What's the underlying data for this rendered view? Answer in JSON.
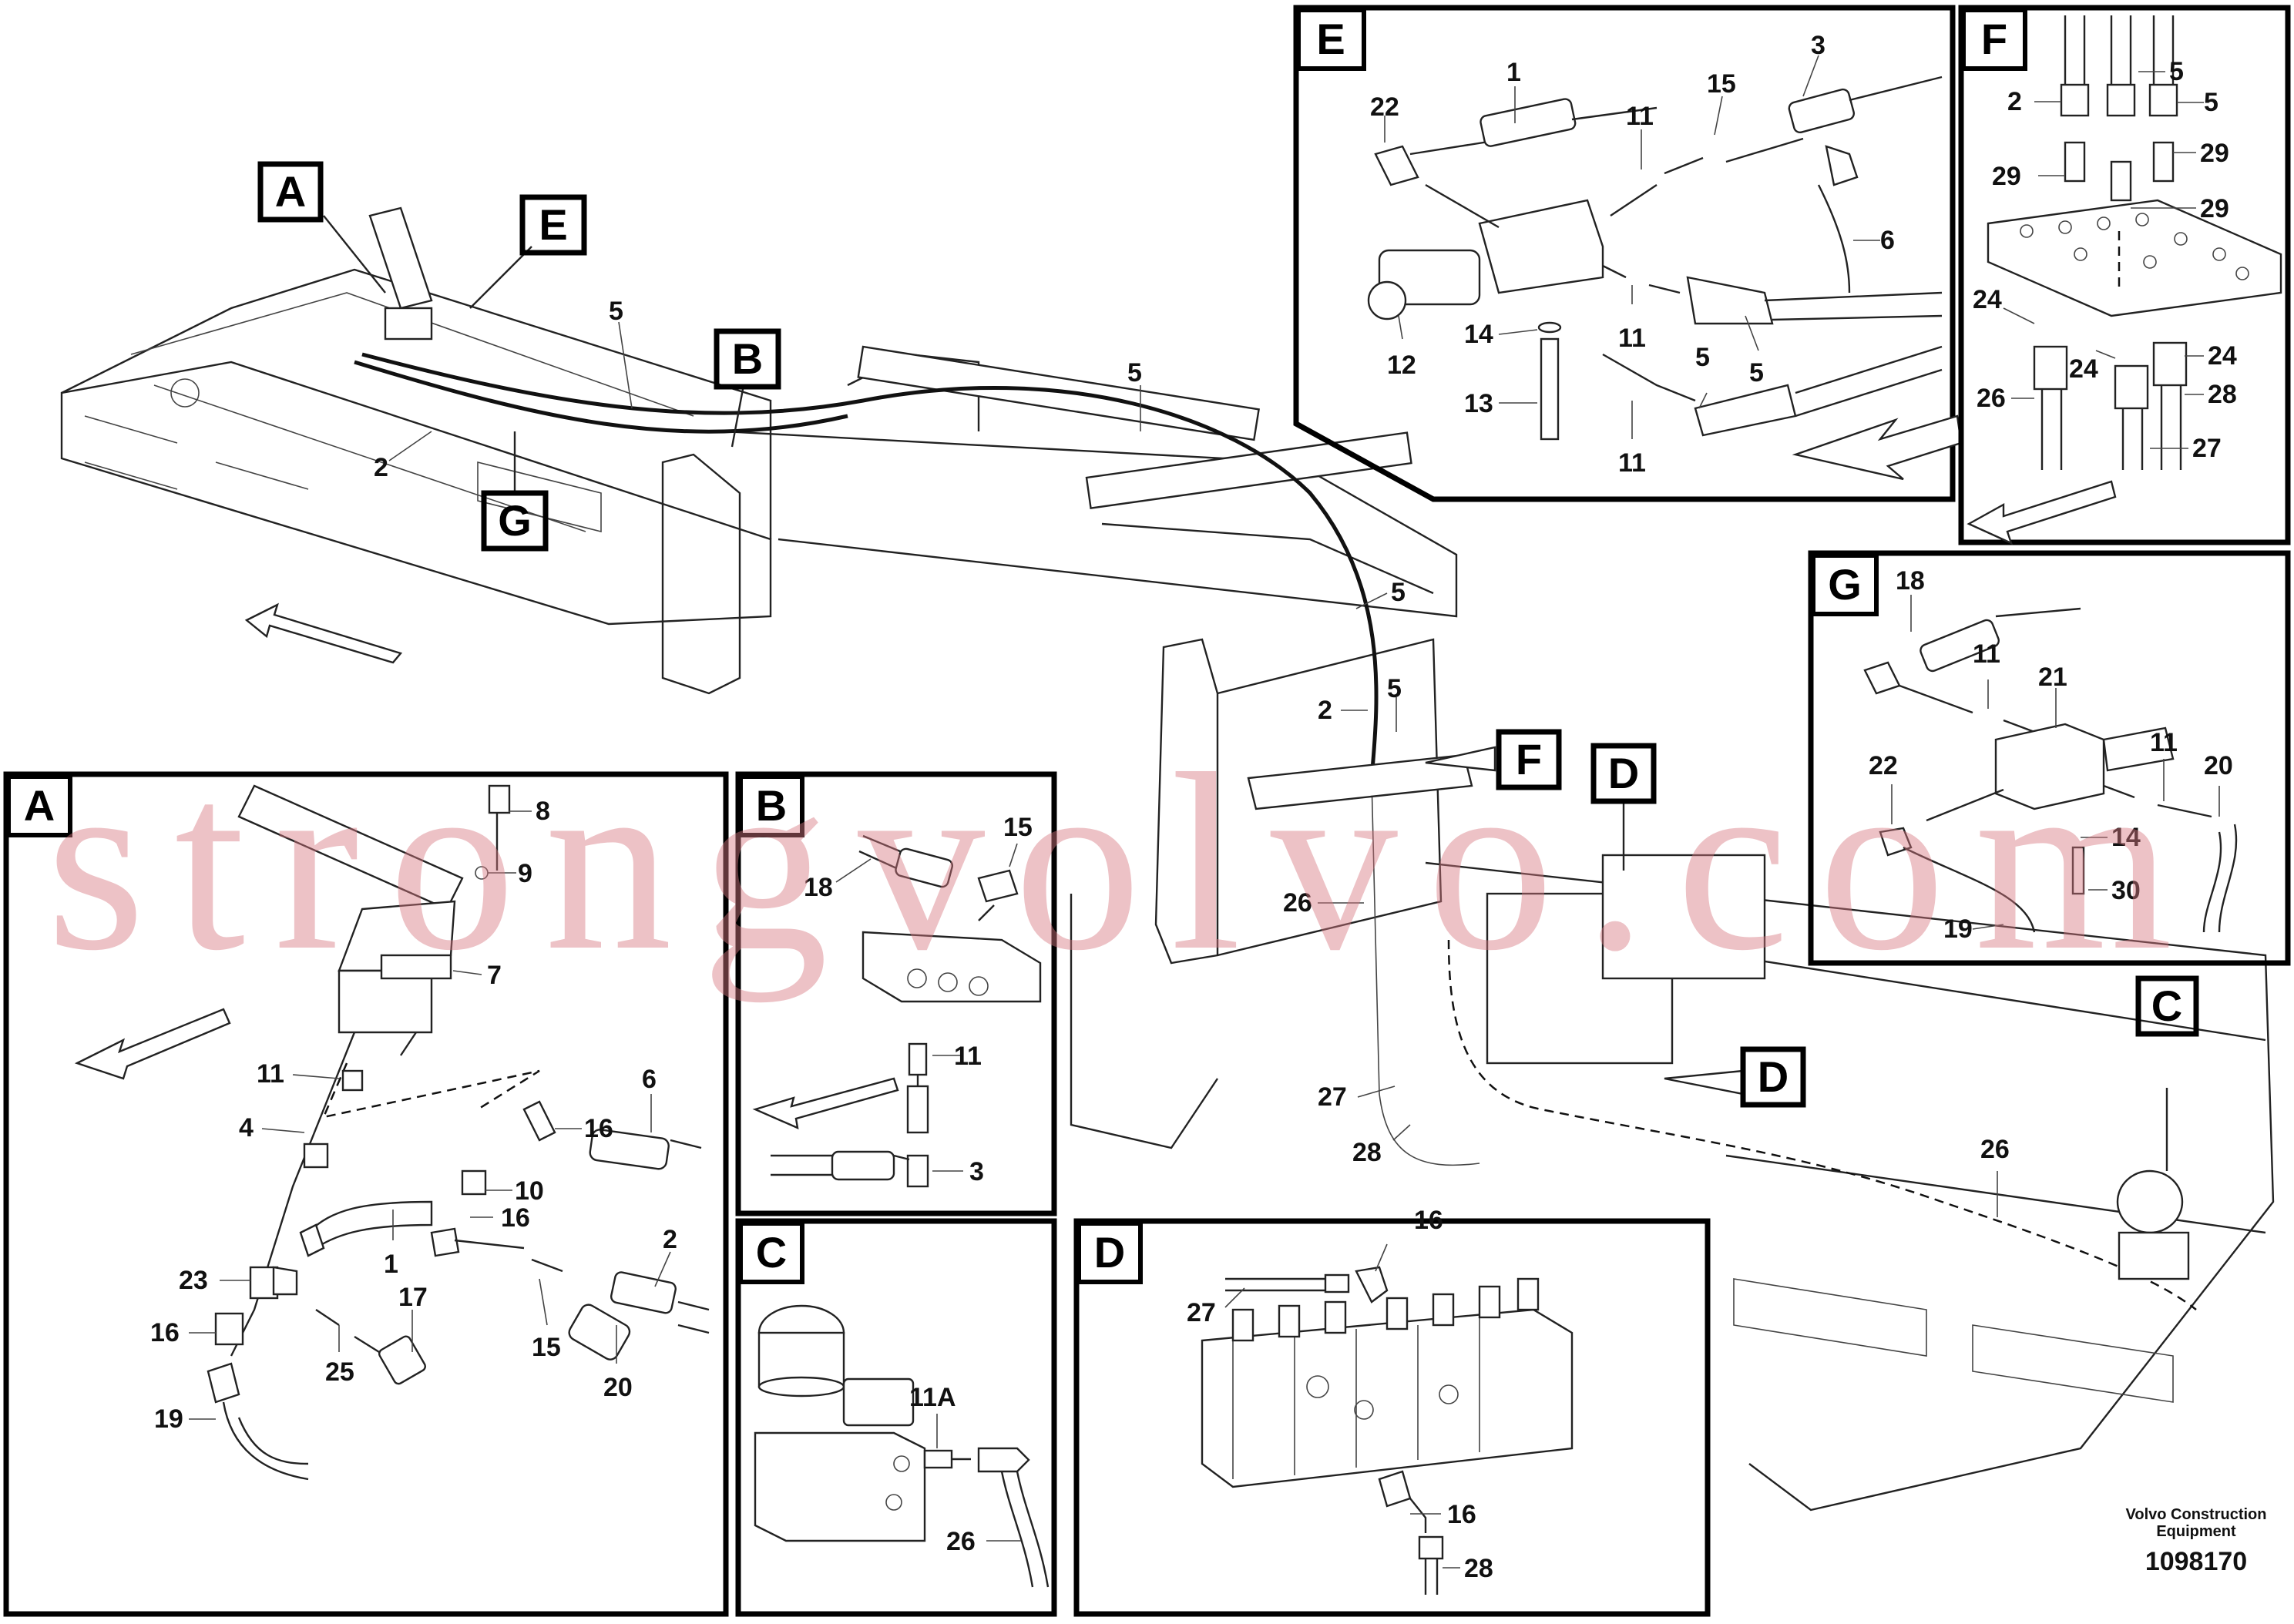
{
  "watermark": "strongvolvo.com",
  "footer": {
    "brand_line1": "Volvo Construction",
    "brand_line2": "Equipment",
    "drawing_number": "1098170"
  },
  "overview": {
    "callouts": [
      "A",
      "E",
      "B",
      "G",
      "F",
      "D",
      "D",
      "C"
    ],
    "part_labels": [
      "5",
      "2",
      "5",
      "5",
      "2",
      "5",
      "26",
      "27",
      "28",
      "26"
    ]
  },
  "panels": {
    "A": {
      "letter": "A",
      "labels": [
        "8",
        "9",
        "7",
        "11",
        "4",
        "16",
        "6",
        "10",
        "16",
        "1",
        "23",
        "17",
        "2",
        "16",
        "25",
        "15",
        "20",
        "19"
      ]
    },
    "B": {
      "letter": "B",
      "labels": [
        "15",
        "18",
        "11",
        "3"
      ]
    },
    "C": {
      "letter": "C",
      "labels": [
        "11A",
        "26"
      ]
    },
    "D": {
      "letter": "D",
      "labels": [
        "16",
        "27",
        "16",
        "28"
      ]
    },
    "E": {
      "letter": "E",
      "labels": [
        "1",
        "3",
        "22",
        "11",
        "15",
        "6",
        "12",
        "14",
        "11",
        "5",
        "13",
        "11",
        "5"
      ]
    },
    "F": {
      "letter": "F",
      "labels": [
        "5",
        "2",
        "5",
        "29",
        "29",
        "29",
        "24",
        "24",
        "24",
        "26",
        "28",
        "27"
      ]
    },
    "G": {
      "letter": "G",
      "labels": [
        "18",
        "11",
        "21",
        "11",
        "22",
        "20",
        "14",
        "30",
        "19"
      ]
    }
  }
}
